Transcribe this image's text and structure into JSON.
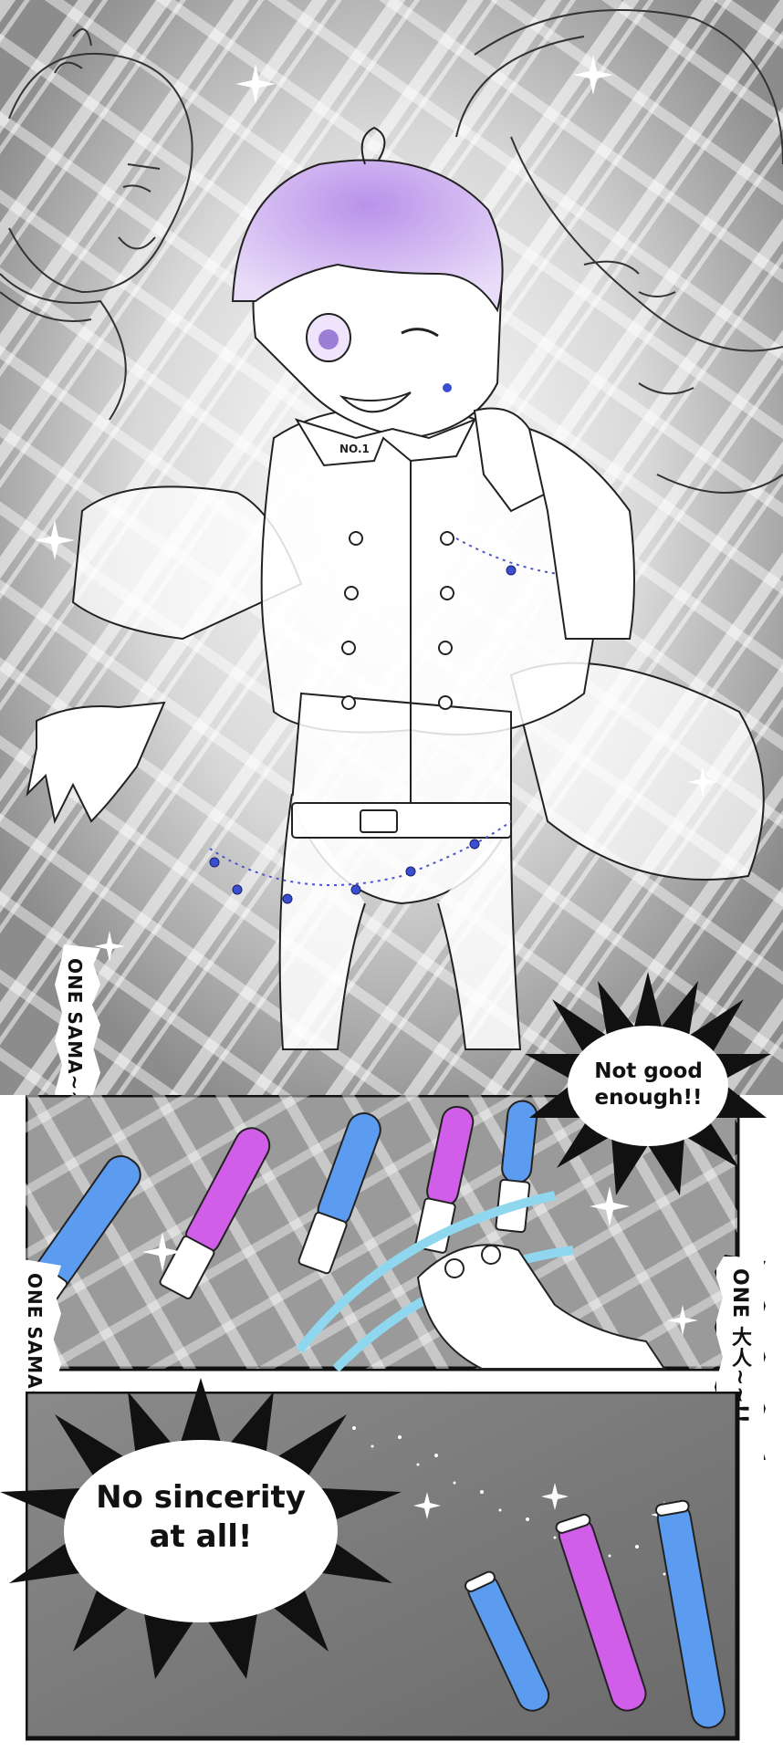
{
  "panel_top": {
    "id_tag": "NO.1",
    "shout_left": "ONE SAMA~~!!"
  },
  "panel_middle": {
    "shout_left": "ONE SAMA~~!!",
    "shout_right": "ONE 大人~~!!"
  },
  "bubbles": {
    "not_good": "Not good enough!!",
    "no_sincerity": "No sincerity at all!"
  },
  "colors": {
    "hair_lavender": "#c9a7ee",
    "glowstick_pink": "#d05ee8",
    "glowstick_blue": "#5c9cf0",
    "ribbon_cyan": "#8fd7ee",
    "bead_blue": "#3a4fd0",
    "panel_gray": "#9a9a9a"
  }
}
